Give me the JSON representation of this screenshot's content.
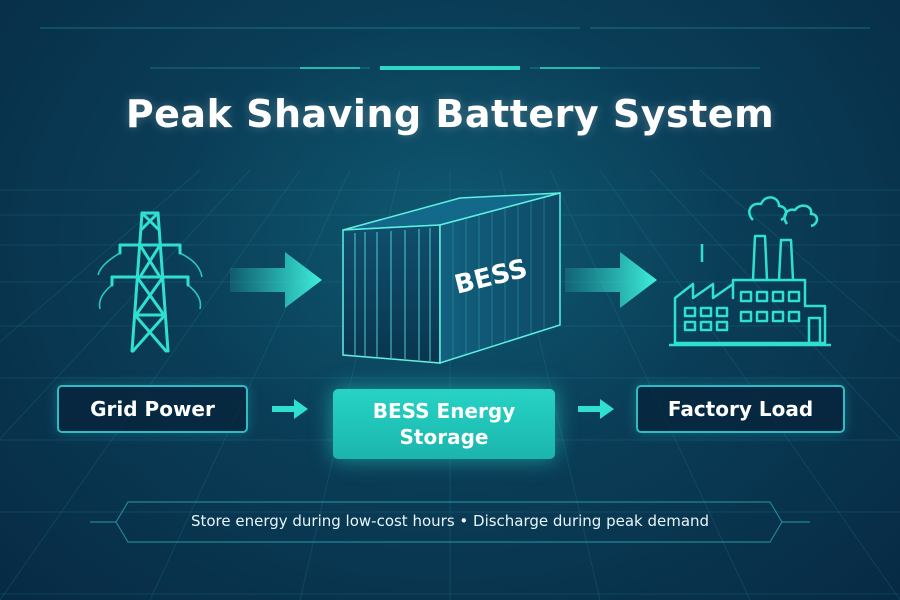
{
  "title": "Peak Shaving Battery System",
  "container": {
    "label": "BESS"
  },
  "flow": {
    "nodes": [
      {
        "id": "grid",
        "label": "Grid Power",
        "icon": "transmission-tower-icon"
      },
      {
        "id": "bess",
        "label": "BESS Energy Storage",
        "icon": "battery-container-icon"
      },
      {
        "id": "factory",
        "label": "Factory Load",
        "icon": "factory-icon"
      }
    ],
    "edges": [
      {
        "from": "grid",
        "to": "bess"
      },
      {
        "from": "bess",
        "to": "factory"
      }
    ]
  },
  "footer": {
    "text": "Store energy during low-cost hours • Discharge during peak demand"
  },
  "colors": {
    "accent": "#2fe0d0",
    "box_fill": "#1fc4b8",
    "outline": "#2fbcc4",
    "background": "#0a3d57"
  }
}
